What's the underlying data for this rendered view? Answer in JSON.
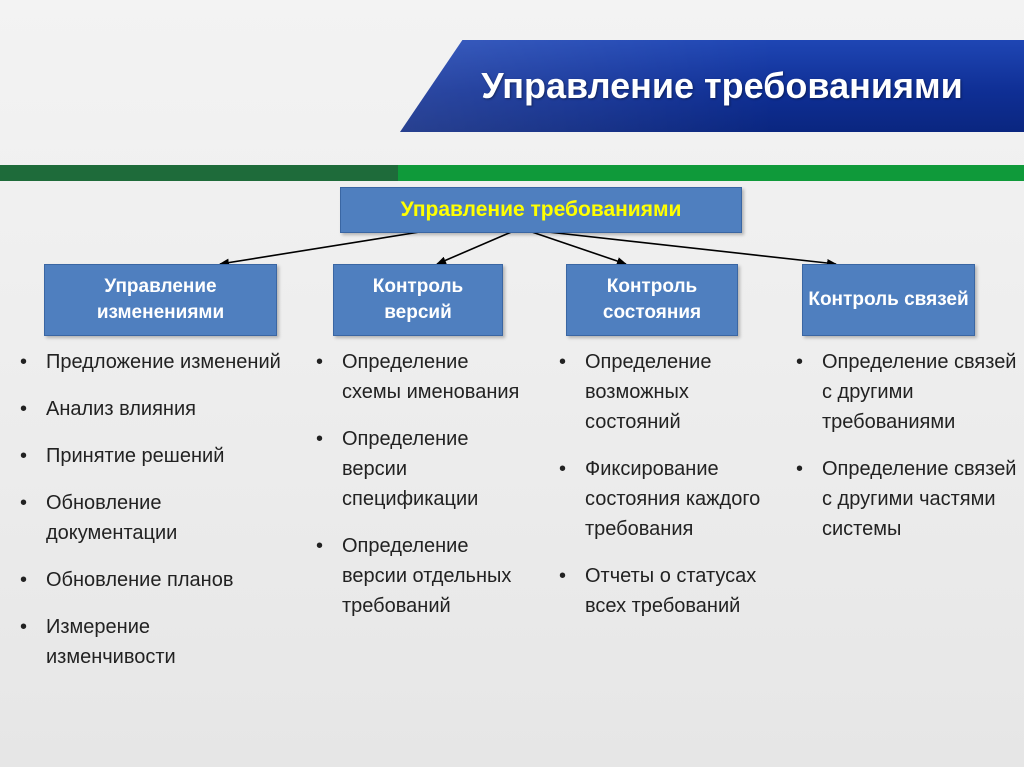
{
  "header": {
    "title": "Управление требованиями"
  },
  "diagram": {
    "root": "Управление требованиями",
    "branches": [
      {
        "label": "Управление изменениями",
        "items": [
          "Предложение изменений",
          "Анализ влияния",
          "Принятие решений",
          "Обновление документации",
          "Обновление планов",
          "Измерение изменчивости"
        ]
      },
      {
        "label": "Контроль версий",
        "items": [
          "Определение схемы именования",
          "Определение версии спецификации",
          "Определение версии отдельных требований"
        ]
      },
      {
        "label": "Контроль состояния",
        "items": [
          "Определение возможных состояний",
          "Фиксирование состояния каждого требования",
          "Отчеты о статусах всех требований"
        ]
      },
      {
        "label": "Контроль связей",
        "items": [
          "Определение связей с другими требованиями",
          "Определение связей с другими частями системы"
        ]
      }
    ]
  },
  "colors": {
    "title_bar": "#0f2f95",
    "stripe_dark": "#1e6b3a",
    "stripe_light": "#0f9a3a",
    "box_fill": "#4f7fbf",
    "root_text": "#ffff00"
  }
}
